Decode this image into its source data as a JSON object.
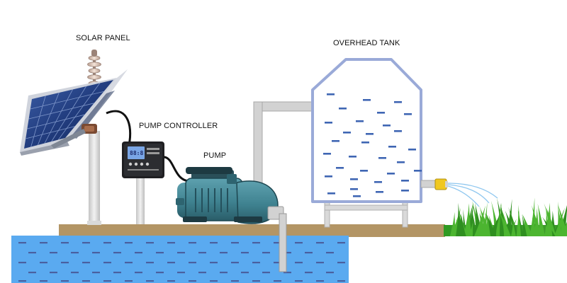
{
  "labels": {
    "solar_panel": "SOLAR PANEL",
    "overhead_tank": "OVERHEAD TANK",
    "pump_controller": "PUMP CONTROLLER",
    "pump": "PUMP"
  },
  "controller_display": "88:8",
  "colors": {
    "water": "#5aaaf0",
    "water_dash": "#4a60a0",
    "tank_outline": "#9aaad8",
    "tank_dash": "#3f66b3",
    "ground": "#b39565",
    "pipe": "#d2d2d2",
    "pump_body": "#3f8290",
    "grass": "#2f9a22",
    "valve": "#f0c820"
  },
  "icons": {
    "solar": "solar-panel-icon",
    "controller": "pump-controller-icon",
    "pump": "water-pump-icon",
    "tank": "overhead-tank-icon",
    "grass": "grass-field-icon"
  }
}
